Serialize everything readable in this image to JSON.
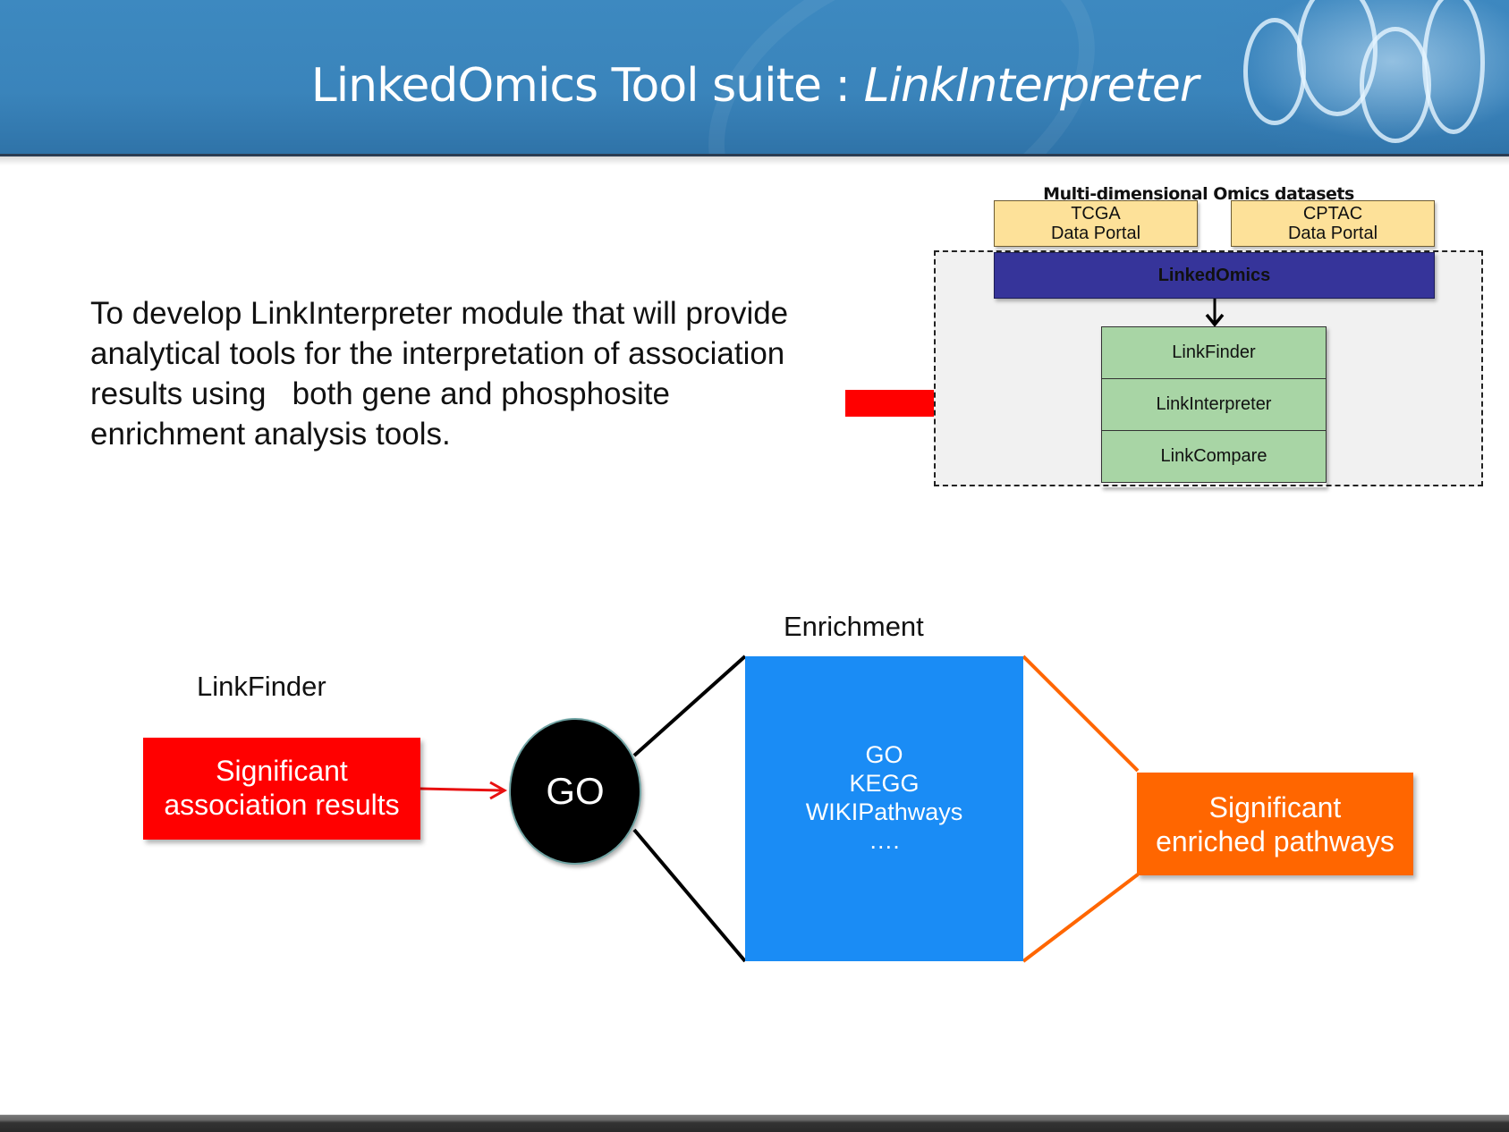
{
  "slide": {
    "title_main": "LinkedOmics Tool suite : ",
    "title_italic": "LinkInterpreter",
    "description": "To develop LinkInterpreter module that will provide\nanalytical tools for the interpretation of association\nresults using   both gene and phosphosite\nenrichment analysis tools.",
    "colors": {
      "header_blue": "#3a84bb",
      "red": "#ff0000",
      "orange": "#ff6600",
      "enrichment_blue": "#1a8cf5",
      "linkedomics_purple": "#36349a",
      "portal_yellow": "#fde199",
      "module_green": "#a8d5a5"
    }
  },
  "architecture": {
    "title": "Multi-dimensional Omics datasets",
    "portals": [
      {
        "line1": "TCGA",
        "line2": "Data Portal"
      },
      {
        "line1": "CPTAC",
        "line2": "Data Portal"
      }
    ],
    "platform": "LinkedOmics",
    "modules": [
      "LinkFinder",
      "LinkInterpreter",
      "LinkCompare"
    ],
    "highlighted_module": "LinkInterpreter"
  },
  "workflow": {
    "source_label": "LinkFinder",
    "source_box": {
      "line1": "Significant",
      "line2": "association results"
    },
    "node": "GO",
    "enrichment_label": "Enrichment",
    "enrichment_items": [
      "GO",
      "KEGG",
      "WIKIPathways",
      "…."
    ],
    "result_box": {
      "line1": "Significant",
      "line2": "enriched pathways"
    }
  }
}
